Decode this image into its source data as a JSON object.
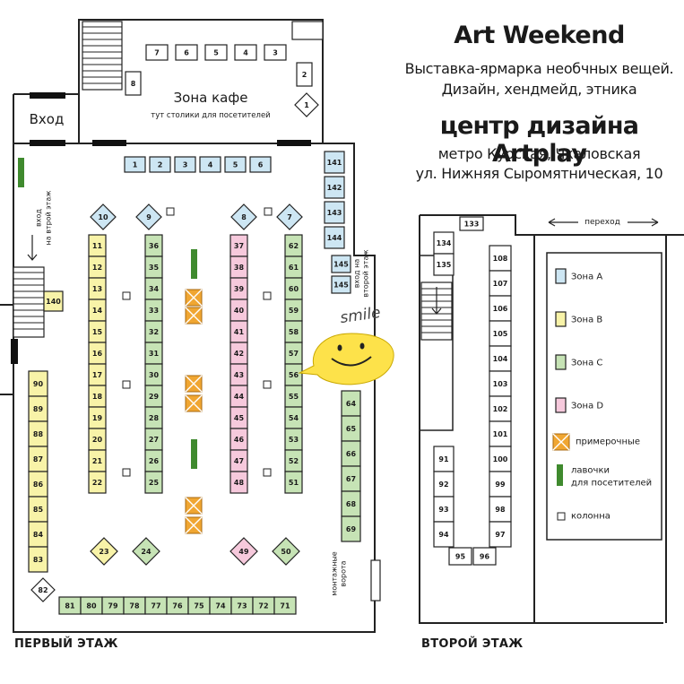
{
  "header": {
    "title": "Art Weekend",
    "subtitle_line1": "Выставка-ярмарка необчных вещей.",
    "subtitle_line2": "Дизайн, хендмейд, этника",
    "venue": "центр дизайна Artplay",
    "metro": "метро Курская, Чкаловская",
    "address": "ул. Нижняя Сыромятническая, 10"
  },
  "floor1": {
    "label": "ПЕРВЫЙ ЭТАЖ",
    "entrance": "Вход",
    "entrance_side": "вход\nна втрой этаж",
    "entrance_side2": "вход на\nвторой этаж",
    "cafe_title": "Зона кафе",
    "cafe_note": "тут столики для посетителей",
    "gate": "монтажные\nворота",
    "smile": "smile"
  },
  "floor2": {
    "label": "ВТОРОЙ ЭТАЖ",
    "passage": "переход"
  },
  "legend": {
    "zone_a": "Зона А",
    "zone_b": "Зона В",
    "zone_c": "Зона С",
    "zone_d": "Зона D",
    "fitting": "примерочные",
    "benches": "лавочки\nдля посетителей",
    "column": "колонна"
  },
  "colors": {
    "zone_a": "#cde6f3",
    "zone_b": "#f8f3a8",
    "zone_c": "#c6e3b5",
    "zone_d": "#f6c9dc",
    "fitting": "#f0a632",
    "bench": "#3f8a2e",
    "smile": "#fde24a"
  },
  "booths": {
    "cafe_row": [
      "7",
      "6",
      "5",
      "4",
      "3"
    ],
    "cafe_extra": [
      "8",
      "2"
    ],
    "cafe_diamond": "1",
    "zone_a_top": [
      "1",
      "2",
      "3",
      "4",
      "5",
      "6"
    ],
    "zone_a_right": [
      "141",
      "142",
      "143",
      "144"
    ],
    "zone_a_entry": [
      "145",
      "145"
    ],
    "col1": [
      "11",
      "12",
      "13",
      "14",
      "15",
      "16",
      "17",
      "18",
      "19",
      "20",
      "21",
      "22"
    ],
    "col2": [
      "36",
      "35",
      "34",
      "33",
      "32",
      "31",
      "30",
      "29",
      "28",
      "27",
      "26",
      "25"
    ],
    "col3": [
      "37",
      "38",
      "39",
      "40",
      "41",
      "42",
      "43",
      "44",
      "45",
      "46",
      "47",
      "48"
    ],
    "col4": [
      "62",
      "61",
      "60",
      "59",
      "58",
      "57",
      "56",
      "55",
      "54",
      "53",
      "52",
      "51"
    ],
    "right_col": [
      "64",
      "65",
      "66",
      "67",
      "68",
      "69"
    ],
    "left_col": [
      "90",
      "89",
      "88",
      "87",
      "86",
      "85",
      "84",
      "83"
    ],
    "bottom_row": [
      "81",
      "80",
      "79",
      "78",
      "77",
      "76",
      "75",
      "74",
      "73",
      "72",
      "71"
    ],
    "diamonds_top": [
      "10",
      "9",
      "8",
      "7"
    ],
    "diamonds_bottom": [
      "23",
      "24",
      "49",
      "50"
    ],
    "diamond_82": "82",
    "stair_booth": "140",
    "f2_left": [
      "134",
      "135"
    ],
    "f2_top": "133",
    "f2_col": [
      "108",
      "107",
      "106",
      "105",
      "104",
      "103",
      "102",
      "101",
      "100",
      "99",
      "98",
      "97"
    ],
    "f2_small": [
      "91",
      "92",
      "93",
      "94"
    ],
    "f2_bottom": [
      "95",
      "96"
    ]
  }
}
